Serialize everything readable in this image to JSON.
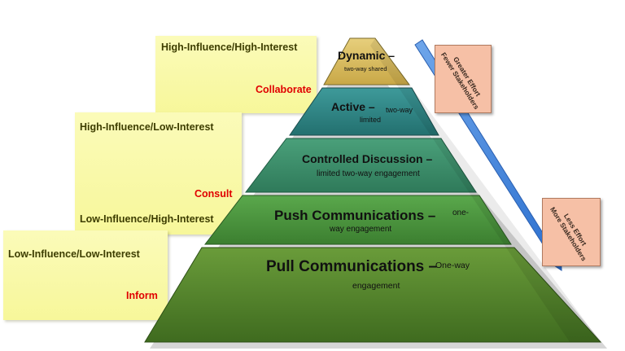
{
  "stakeholder_groups": [
    {
      "name": "High-Influence/High-Interest",
      "action": "Collaborate"
    },
    {
      "name": "High-Influence/Low-Interest",
      "action": "Consult"
    },
    {
      "name": "Low-Influence/High-Interest",
      "action": ""
    },
    {
      "name": "Low-Influence/Low-Interest",
      "action": "Inform"
    }
  ],
  "tiers": [
    {
      "title": "Dynamic –",
      "desc": "two-way shared",
      "color": "#d9b857"
    },
    {
      "title": "Active –",
      "desc_a": "two-way",
      "desc_b": "limited",
      "color": "#2f8486"
    },
    {
      "title": "Controlled Discussion –",
      "desc": "limited two-way engagement",
      "color": "#3a8a6c"
    },
    {
      "title": "Push Communications –",
      "desc_a": "one-",
      "desc_b": "way engagement",
      "color": "#4a8f3e"
    },
    {
      "title": "Pull Communications –",
      "desc_a": "One-way",
      "desc_b": "engagement",
      "color": "#5a8a2e"
    }
  ],
  "arrow_notes": {
    "top_line1": "Greater Effort",
    "top_line2": "Fewer Stakeholders",
    "bottom_line1": "Less Effort",
    "bottom_line2": "More Stakeholders"
  },
  "colors": {
    "sticky": "#f7f79a",
    "action_text": "#e00000",
    "arrow": "#3f7fd6",
    "note_box": "#f6c0a6"
  }
}
